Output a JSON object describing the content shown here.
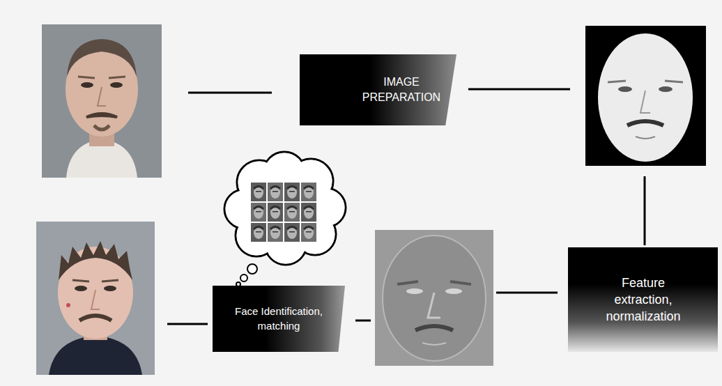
{
  "diagram": {
    "nodes": [
      {
        "text": [
          "IMAGE PREPARATION"
        ]
      },
      {
        "text": [
          "Feature extraction, normalization"
        ]
      },
      {
        "text": [
          "Face Identification, matching"
        ]
      }
    ]
  }
}
